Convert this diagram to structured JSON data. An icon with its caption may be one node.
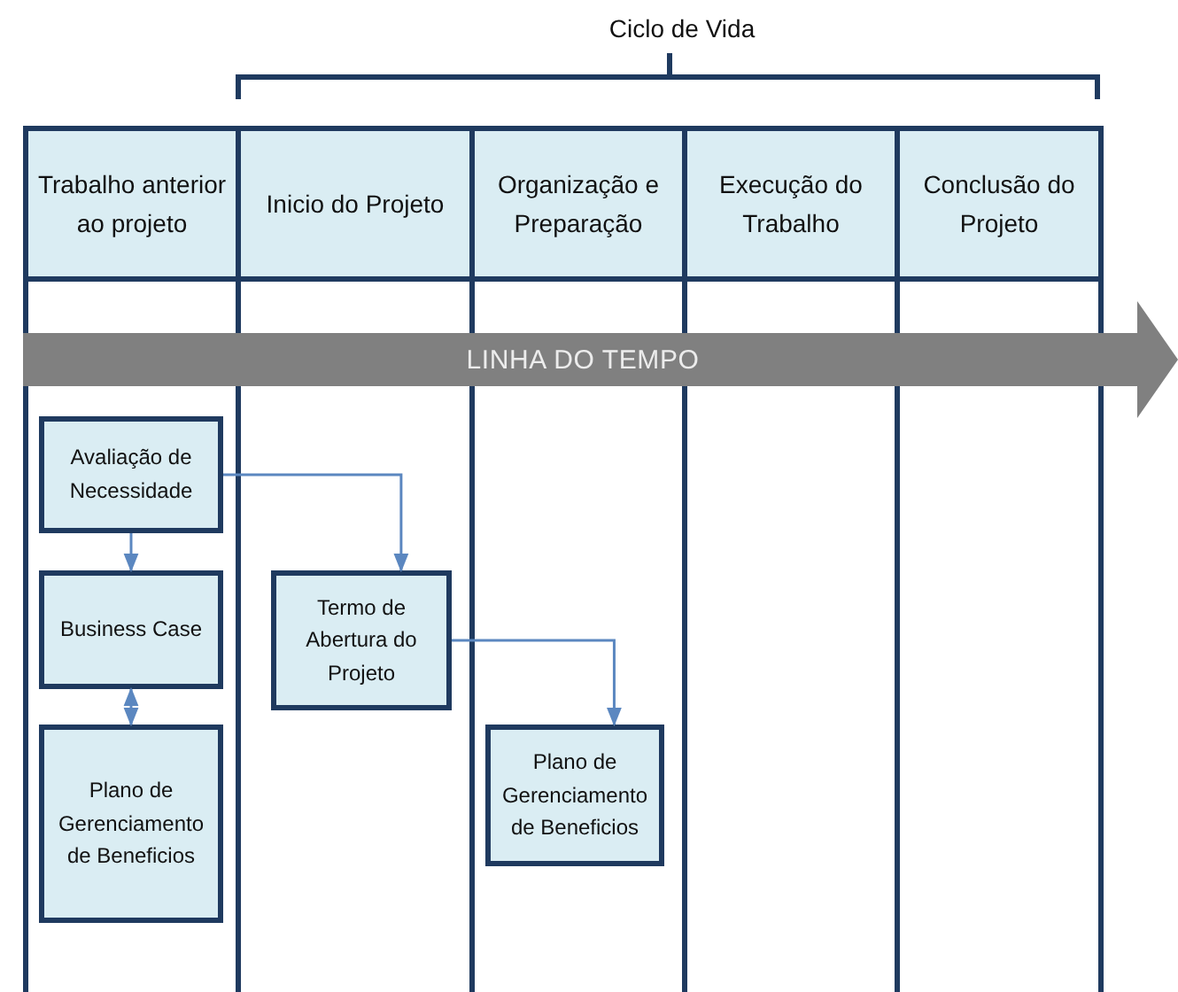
{
  "diagram": {
    "title": "Ciclo de Vida",
    "nodes": [
      {
        "text": [
          "Trabalho anterior ao projeto"
        ]
      },
      {
        "text": [
          "Inicio do Projeto"
        ]
      },
      {
        "text": [
          "Organização e Preparação"
        ]
      },
      {
        "text": [
          "Execução do Trabalho"
        ]
      },
      {
        "text": [
          "Conclusão do Projeto"
        ]
      },
      {
        "text": [
          "LINHA DO TEMPO"
        ]
      },
      {
        "text": [
          "Avaliação de Necessidade"
        ]
      },
      {
        "text": [
          "Business Case"
        ]
      },
      {
        "text": [
          "Plano de Gerenciamento de Beneficios"
        ]
      },
      {
        "text": [
          "Termo de Abertura do Projeto"
        ]
      },
      {
        "text": [
          "Plano de Gerenciamento de Beneficios"
        ]
      }
    ],
    "edges": [
      {
        "from": 6,
        "to": 7,
        "arrow": "to"
      },
      {
        "from": 7,
        "to": 8,
        "arrow": "both"
      },
      {
        "from": 6,
        "to": 9,
        "arrow": "to"
      },
      {
        "from": 9,
        "to": 10,
        "arrow": "to"
      }
    ]
  }
}
